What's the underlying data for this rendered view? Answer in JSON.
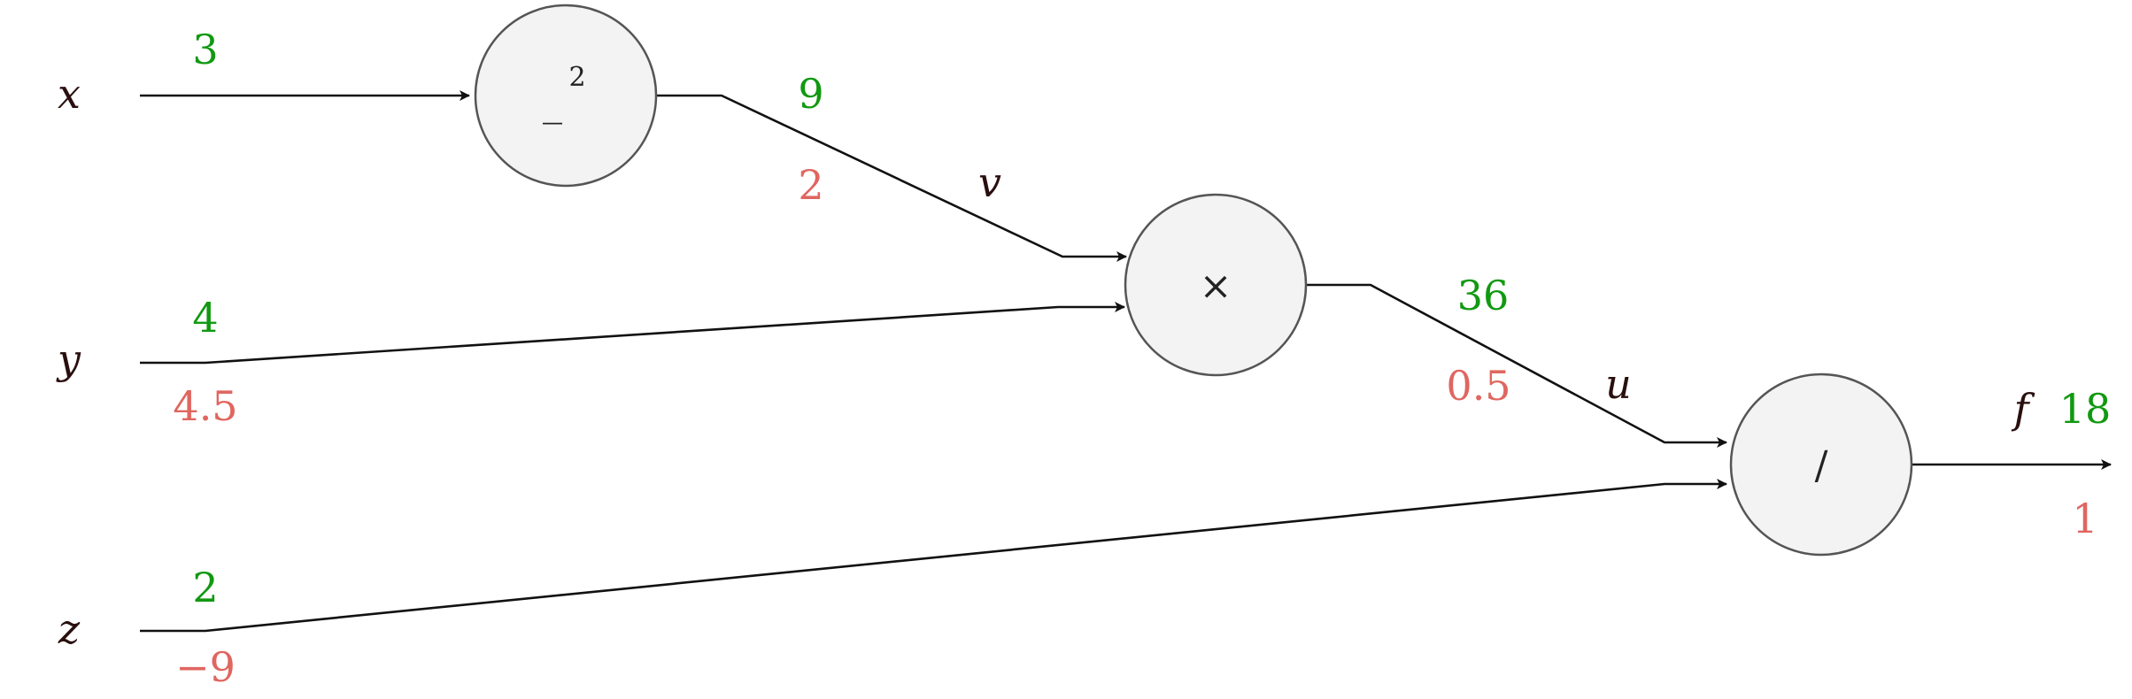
{
  "colors": {
    "forward": "#119911",
    "backward": "#e06660",
    "variable": "#2a0f0f",
    "edge": "#111111"
  },
  "inputs": {
    "x": {
      "label": "x",
      "forward": "3",
      "backward": ""
    },
    "y": {
      "label": "y",
      "forward": "4",
      "backward": "4.5"
    },
    "z": {
      "label": "z",
      "forward": "2",
      "backward": "−9"
    }
  },
  "nodes": {
    "square": {
      "symbol": "_",
      "superscript": "2"
    },
    "multiply": {
      "symbol": "×"
    },
    "divide": {
      "symbol": "/"
    }
  },
  "edges": {
    "v": {
      "label": "v",
      "forward": "9",
      "backward": "2"
    },
    "u": {
      "label": "u",
      "forward": "36",
      "backward": "0.5"
    },
    "f": {
      "label": "f",
      "forward": "18",
      "backward": "1"
    }
  }
}
